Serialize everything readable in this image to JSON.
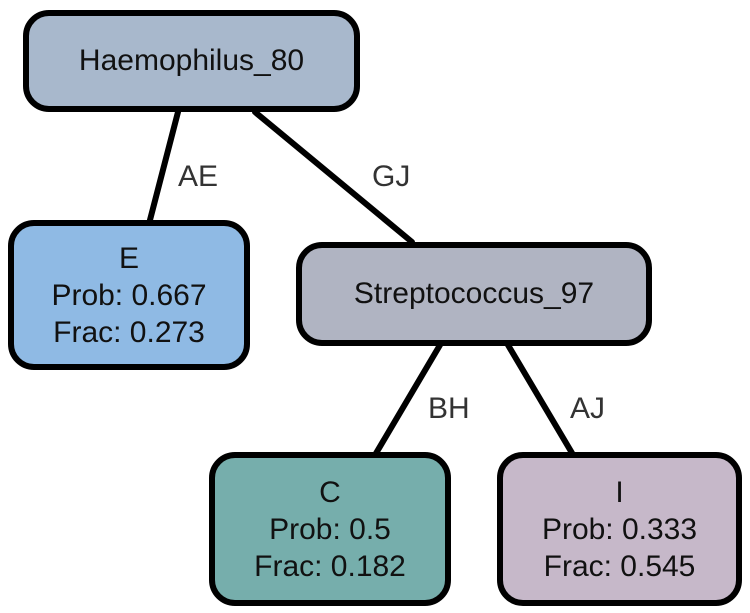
{
  "colors": {
    "root_fill": "#a8b8cc",
    "streptococcus_fill": "#b0b4c2",
    "leaf_e_fill": "#8fbae4",
    "leaf_c_fill": "#76aeac",
    "leaf_i_fill": "#c6b8c9",
    "edge_stroke": "#000000",
    "edge_label_color": "#333333"
  },
  "nodes": {
    "root": {
      "label": "Haemophilus_80"
    },
    "streptococcus": {
      "label": "Streptococcus_97"
    },
    "leaf_e": {
      "name": "E",
      "prob": "Prob: 0.667",
      "frac": "Frac: 0.273"
    },
    "leaf_c": {
      "name": "C",
      "prob": "Prob: 0.5",
      "frac": "Frac: 0.182"
    },
    "leaf_i": {
      "name": "I",
      "prob": "Prob: 0.333",
      "frac": "Frac: 0.545"
    }
  },
  "edges": {
    "root_to_e": "AE",
    "root_to_streptococcus": "GJ",
    "streptococcus_to_c": "BH",
    "streptococcus_to_i": "AJ"
  }
}
